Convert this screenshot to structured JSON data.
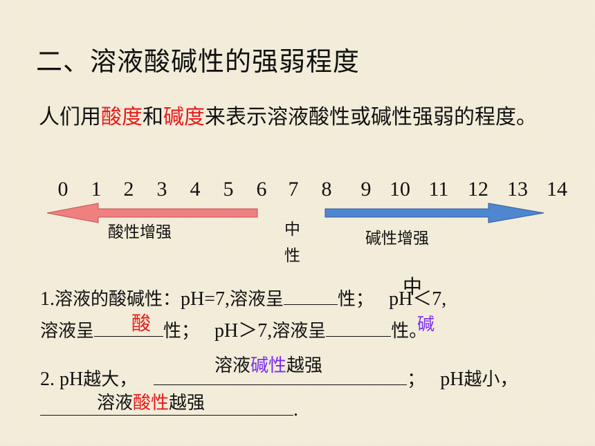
{
  "title": "二、溶液酸碱性的强弱程度",
  "intro": {
    "before": "人们用",
    "term1": "酸度",
    "mid": "和",
    "term2": "碱度",
    "after": "来表示溶液酸性或碱性强弱的程度。"
  },
  "scale": {
    "numbers": [
      "0",
      "1",
      "2",
      "3",
      "4",
      "5",
      "6",
      "7",
      "8",
      "9",
      "10",
      "11",
      "12",
      "13",
      "14"
    ],
    "acid_label": "酸性增强",
    "neutral_label_1": "中",
    "neutral_label_2": "性",
    "base_label": "碱性增强",
    "acid_color": "#f08080",
    "base_color": "#4f86d0"
  },
  "q1": {
    "prefix": "1.",
    "text_a": "溶液的酸碱性：",
    "ph_eq": "pH=7,",
    "text_b": "溶液呈",
    "blank1_answer": "中",
    "text_c": "性；",
    "ph_lt": "pH＜7,",
    "text_d": "溶液呈",
    "blank2_answer": "酸",
    "text_e": "性；",
    "ph_gt": "pH＞7,",
    "text_f": "溶液呈",
    "blank3_answer": "碱",
    "text_g": "性。"
  },
  "q2": {
    "prefix": "2. pH",
    "text_a": "越大，",
    "answer1_a": "溶液",
    "answer1_b": "碱性",
    "answer1_c": "越强",
    "sep": "；",
    "ph2": "pH",
    "text_b": "越小，",
    "answer2_a": "溶液",
    "answer2_b": "酸性",
    "answer2_c": "越强",
    "end": "."
  },
  "colors": {
    "red": "#e81a1a",
    "purple": "#7b2cf2"
  }
}
